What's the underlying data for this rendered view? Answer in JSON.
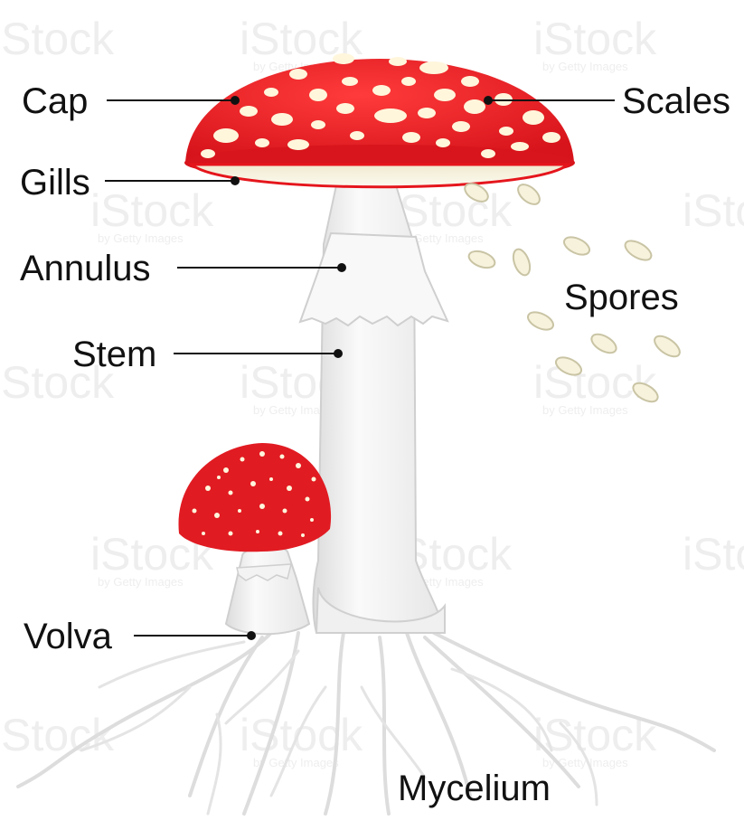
{
  "labels": {
    "cap": "Cap",
    "scales": "Scales",
    "gills": "Gills",
    "annulus": "Annulus",
    "spores": "Spores",
    "stem": "Stem",
    "volva": "Volva",
    "mycelium": "Mycelium"
  },
  "watermark": {
    "brand": "iStock",
    "byline": "by Getty Images"
  },
  "colors": {
    "cap_red": "#e11b22",
    "cap_dark_red": "#c8141a",
    "gills_cream": "#fbf7e6",
    "stem_white": "#f6f6f6",
    "spore_fill": "#f7f2dc",
    "line": "#111111"
  }
}
